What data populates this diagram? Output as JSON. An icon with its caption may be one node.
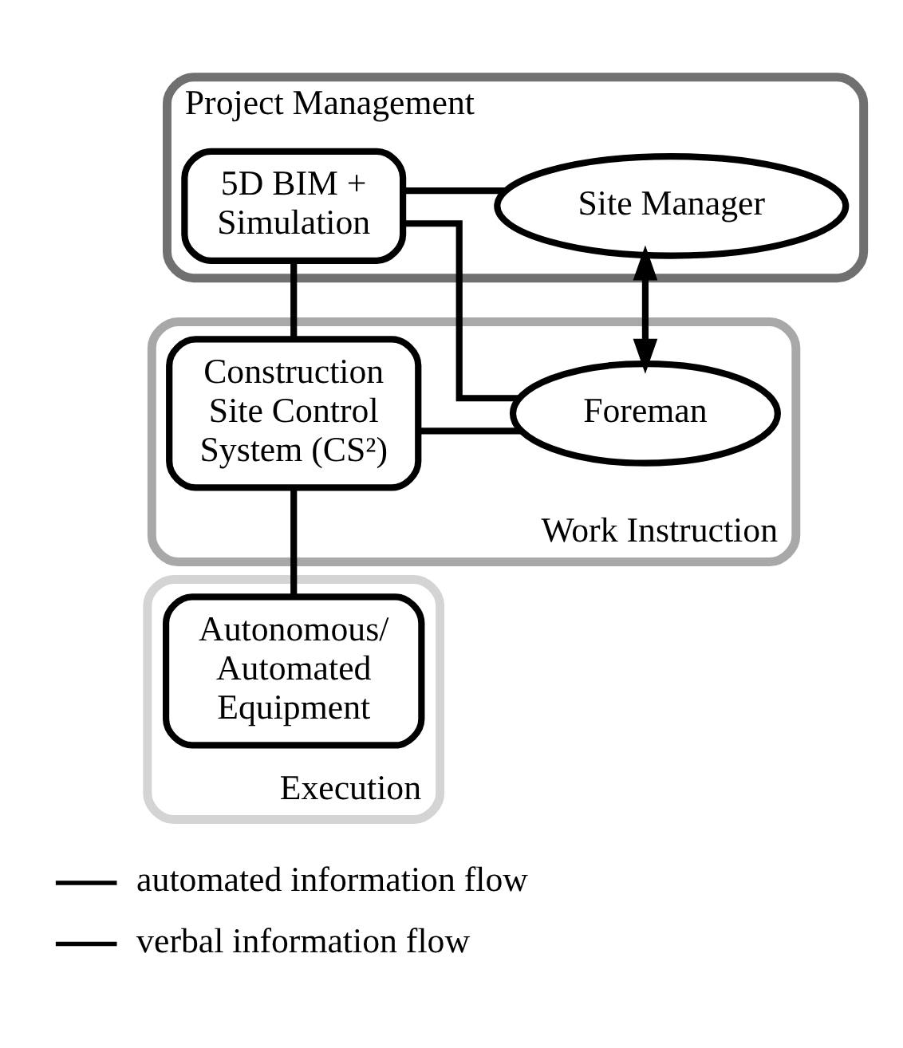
{
  "diagram": {
    "nodes": [
      {
        "text": [
          "Project Management"
        ]
      },
      {
        "text": [
          "5D BIM + Simulation"
        ],
        "in": 0
      },
      {
        "text": [
          "Site Manager"
        ],
        "in": 0
      },
      {
        "text": [
          "Work Instruction"
        ]
      },
      {
        "text": [
          "Construction Site Control System (CS²)"
        ],
        "in": 3
      },
      {
        "text": [
          "Foreman"
        ],
        "in": 3
      },
      {
        "text": [
          "Execution"
        ]
      },
      {
        "text": [
          "Autonomous/ Automated Equipment"
        ],
        "in": 6
      }
    ],
    "edges": [
      {
        "from": 1,
        "to": 2,
        "arrow": "none"
      },
      {
        "from": 2,
        "to": 5,
        "arrow": "both"
      },
      {
        "from": 1,
        "to": 4,
        "arrow": "none"
      },
      {
        "from": 1,
        "to": 5,
        "arrow": "none"
      },
      {
        "from": 4,
        "to": 5,
        "arrow": "none"
      },
      {
        "from": 4,
        "to": 7,
        "arrow": "none"
      }
    ],
    "legend": [
      {
        "text": "automated information flow"
      },
      {
        "text": "verbal information flow"
      }
    ]
  }
}
